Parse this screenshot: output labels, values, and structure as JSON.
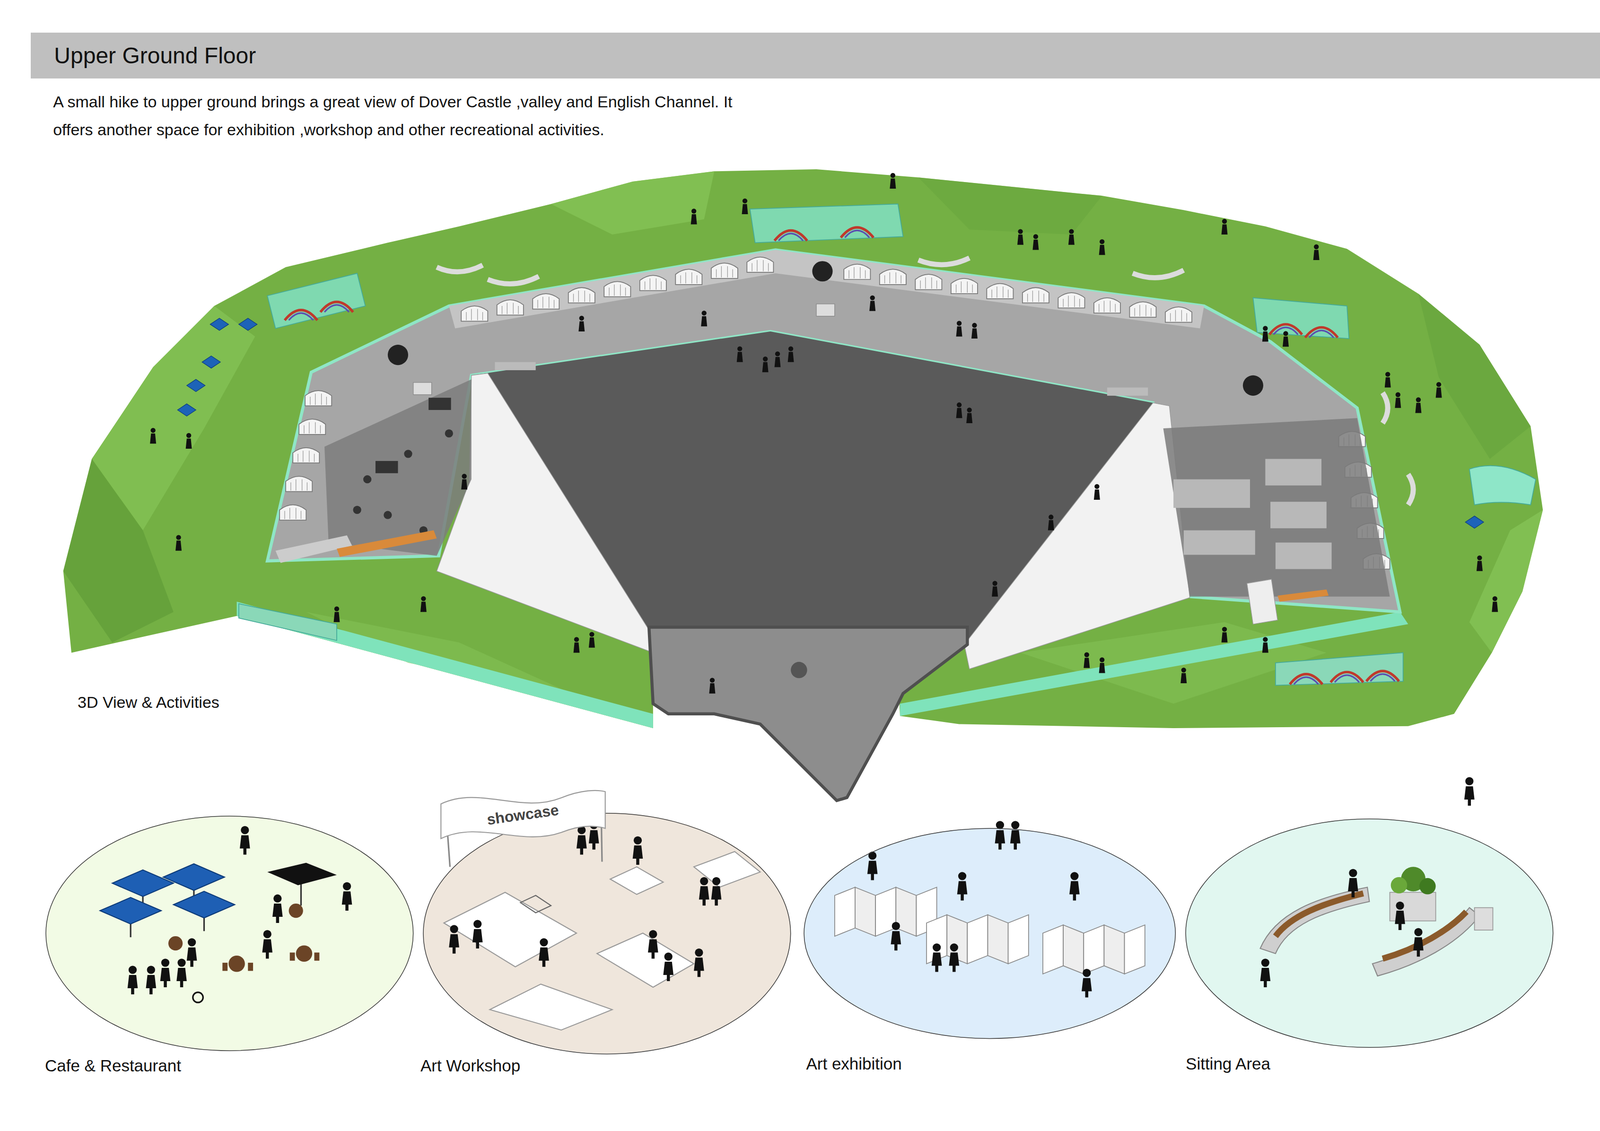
{
  "diagram": {
    "title": "Upper Ground Floor",
    "nodes": [
      {
        "text": [
          "Cafe & Restaurant"
        ]
      },
      {
        "text": [
          "Art Workshop"
        ]
      },
      {
        "text": [
          "showcase"
        ],
        "in": 1
      },
      {
        "text": [
          "Art exhibition"
        ]
      },
      {
        "text": [
          "Sitting Area"
        ]
      }
    ],
    "labels": [
      "A small hike to upper ground brings a great view of Dover Castle ,valley and English Channel. It offers another space for exhibition ,workshop and other recreational activities.",
      "3D View & Activities"
    ]
  }
}
